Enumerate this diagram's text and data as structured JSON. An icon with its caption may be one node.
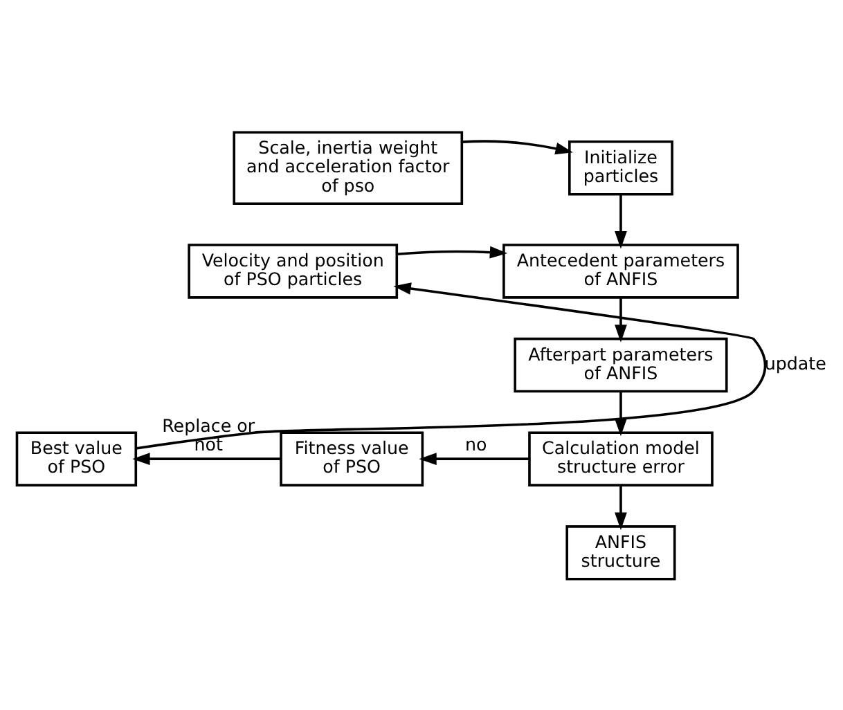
{
  "diagram": {
    "nodes": [
      {
        "text": [
          "Scale, inertia weight and acceleration factor of pso"
        ]
      },
      {
        "text": [
          "Initialize particles"
        ]
      },
      {
        "text": [
          "Velocity and position of PSO particles"
        ]
      },
      {
        "text": [
          "Antecedent parameters of ANFIS"
        ]
      },
      {
        "text": [
          "Afterpart parameters of ANFIS"
        ]
      },
      {
        "text": [
          "Best value of PSO"
        ]
      },
      {
        "text": [
          "Fitness value of PSO"
        ]
      },
      {
        "text": [
          "Calculation model structure error"
        ]
      },
      {
        "text": [
          "ANFIS structure"
        ]
      }
    ],
    "edges": [
      {
        "from": 0,
        "to": 1,
        "arrow": "to"
      },
      {
        "from": 1,
        "to": 3,
        "arrow": "to"
      },
      {
        "from": 2,
        "to": 3,
        "arrow": "to"
      },
      {
        "from": 3,
        "to": 4,
        "arrow": "to"
      },
      {
        "from": 4,
        "to": 7,
        "arrow": "to"
      },
      {
        "from": 7,
        "to": 6,
        "arrow": "to",
        "label": "no"
      },
      {
        "from": 6,
        "to": 5,
        "arrow": "to",
        "label": "Replace or not"
      },
      {
        "from": 5,
        "to": 2,
        "arrow": "to",
        "label": "update"
      },
      {
        "from": 7,
        "to": 8,
        "arrow": "to"
      }
    ]
  }
}
